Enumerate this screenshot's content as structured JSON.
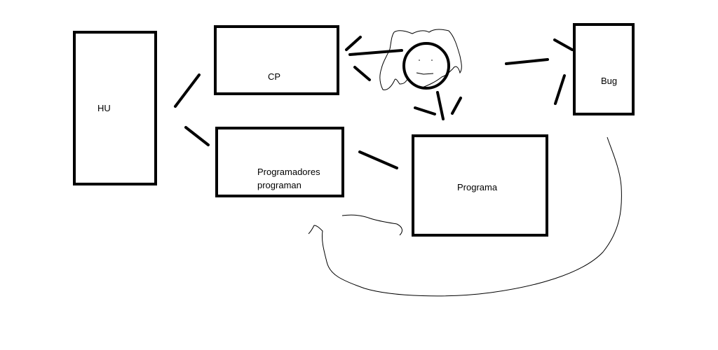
{
  "diagram": {
    "boxes": {
      "hu": {
        "label": "HU"
      },
      "cp": {
        "label": "CP"
      },
      "programadores": {
        "label_line1": "Programadores",
        "label_line2": "programan"
      },
      "programa": {
        "label": "Programa"
      },
      "bug": {
        "label": "Bug"
      }
    },
    "figure": "smiley-face-icon",
    "colors": {
      "stroke": "#000000",
      "background": "#ffffff"
    }
  }
}
